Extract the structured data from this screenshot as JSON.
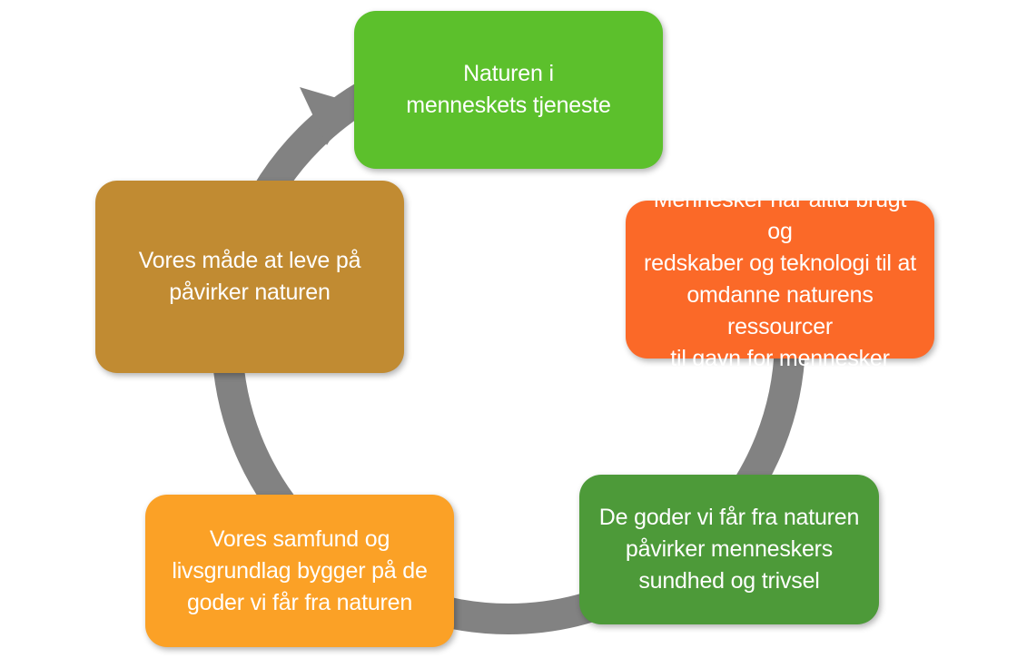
{
  "colors": {
    "arrow": "#828282",
    "box1": "#5cc02c",
    "box2": "#fb6928",
    "box3": "#4d9a39",
    "box4": "#fba126",
    "box5": "#c18b32"
  },
  "cycle": [
    {
      "lines": [
        "Naturen i",
        "menneskets tjeneste"
      ]
    },
    {
      "lines": [
        "Mennesker har altid brugt og",
        "redskaber og teknologi til at",
        "omdanne naturens ressourcer",
        "til gavn for mennesker"
      ]
    },
    {
      "lines": [
        "De goder vi får fra naturen",
        "påvirker menneskers",
        "sundhed og trivsel"
      ]
    },
    {
      "lines": [
        "Vores samfund og",
        "livsgrundlag bygger på de",
        "goder vi får fra naturen"
      ]
    },
    {
      "lines": [
        "Vores måde at leve på",
        "påvirker naturen"
      ]
    }
  ]
}
